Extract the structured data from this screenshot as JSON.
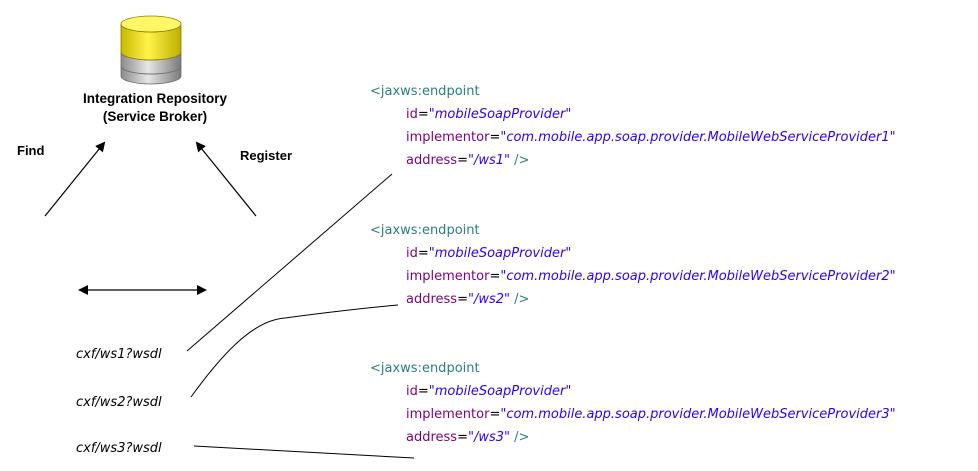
{
  "repository": {
    "title_line1": "Integration Repository",
    "title_line2": "(Service Broker)"
  },
  "labels": {
    "find": "Find",
    "register": "Register"
  },
  "wsdl_links": [
    "cxf/ws1?wsdl",
    "cxf/ws2?wsdl",
    "cxf/ws3?wsdl"
  ],
  "endpoints": [
    {
      "tag": "<jaxws:endpoint",
      "id_attr": "id",
      "id_value": "\"mobileSoapProvider\"",
      "implementor_attr": "implementor",
      "implementor_value": "\"com.mobile.app.soap.provider.MobileWebServiceProvider1\"",
      "address_attr": "address",
      "address_value": "\"/ws1\"",
      "close": "/>"
    },
    {
      "tag": "<jaxws:endpoint",
      "id_attr": "id",
      "id_value": "\"mobileSoapProvider\"",
      "implementor_attr": "implementor",
      "implementor_value": "\"com.mobile.app.soap.provider.MobileWebServiceProvider2\"",
      "address_attr": "address",
      "address_value": "\"/ws2\"",
      "close": "/>"
    },
    {
      "tag": "<jaxws:endpoint",
      "id_attr": "id",
      "id_value": "\"mobileSoapProvider\"",
      "implementor_attr": "implementor",
      "implementor_value": "\"com.mobile.app.soap.provider.MobileWebServiceProvider3\"",
      "address_attr": "address",
      "address_value": "\"/ws3\"",
      "close": "/>"
    }
  ],
  "colors": {
    "tag": "#2a7f7f",
    "attribute": "#7f007f",
    "value": "#2a00ff",
    "database_top": "#f0e000",
    "database_body": "#c0c0c0"
  },
  "icons": {
    "database": "database-icon"
  }
}
